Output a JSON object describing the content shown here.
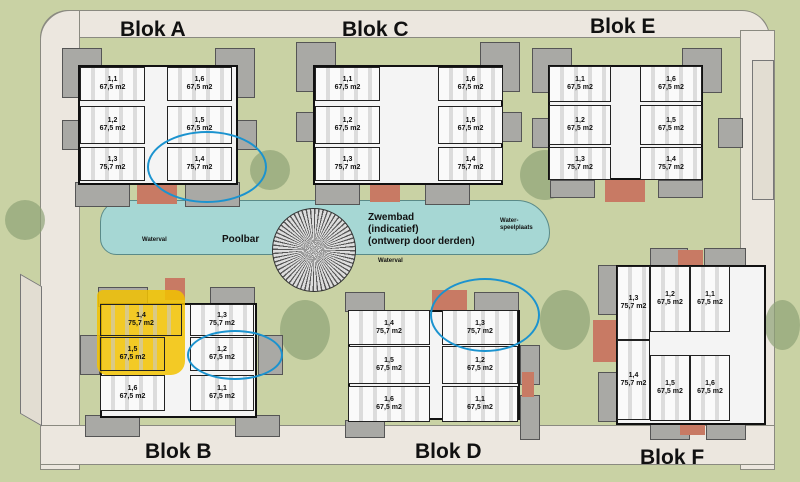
{
  "blocks": [
    {
      "name": "Blok A",
      "units": [
        {
          "id": "1,1",
          "area": "67,5 m2"
        },
        {
          "id": "1,6",
          "area": "67,5 m2"
        },
        {
          "id": "1,2",
          "area": "67,5 m2"
        },
        {
          "id": "1,5",
          "area": "67,5 m2"
        },
        {
          "id": "1,3",
          "area": "75,7 m2"
        },
        {
          "id": "1,4",
          "area": "75,7 m2"
        }
      ]
    },
    {
      "name": "Blok C",
      "units": [
        {
          "id": "1,1",
          "area": "67,5 m2"
        },
        {
          "id": "1,6",
          "area": "67,5 m2"
        },
        {
          "id": "1,2",
          "area": "67,5 m2"
        },
        {
          "id": "1,5",
          "area": "67,5 m2"
        },
        {
          "id": "1,3",
          "area": "75,7 m2"
        },
        {
          "id": "1,4",
          "area": "75,7 m2"
        }
      ]
    },
    {
      "name": "Blok E",
      "units": [
        {
          "id": "1,1",
          "area": "67,5 m2"
        },
        {
          "id": "1,6",
          "area": "67,5 m2"
        },
        {
          "id": "1,2",
          "area": "67,5 m2"
        },
        {
          "id": "1,5",
          "area": "67,5 m2"
        },
        {
          "id": "1,3",
          "area": "75,7 m2"
        },
        {
          "id": "1,4",
          "area": "75,7 m2"
        }
      ]
    },
    {
      "name": "Blok B",
      "units": [
        {
          "id": "1,4",
          "area": "75,7 m2"
        },
        {
          "id": "1,3",
          "area": "75,7 m2"
        },
        {
          "id": "1,5",
          "area": "67,5 m2"
        },
        {
          "id": "1,2",
          "area": "67,5 m2"
        },
        {
          "id": "1,6",
          "area": "67,5 m2"
        },
        {
          "id": "1,1",
          "area": "67,5 m2"
        }
      ]
    },
    {
      "name": "Blok D",
      "units": [
        {
          "id": "1,4",
          "area": "75,7 m2"
        },
        {
          "id": "1,3",
          "area": "75,7 m2"
        },
        {
          "id": "1,5",
          "area": "67,5 m2"
        },
        {
          "id": "1,2",
          "area": "67,5 m2"
        },
        {
          "id": "1,6",
          "area": "67,5 m2"
        },
        {
          "id": "1,1",
          "area": "67,5 m2"
        }
      ]
    },
    {
      "name": "Blok F",
      "units": [
        {
          "id": "1,3",
          "area": "75,7 m2"
        },
        {
          "id": "1,4",
          "area": "75,7 m2"
        },
        {
          "id": "1,2",
          "area": "67,5 m2"
        },
        {
          "id": "1,1",
          "area": "67,5 m2"
        },
        {
          "id": "1,5",
          "area": "67,5 m2"
        },
        {
          "id": "1,6",
          "area": "67,5 m2"
        }
      ]
    }
  ],
  "pool": {
    "waterval_left": "Waterval",
    "poolbar": "Poolbar",
    "zwembad": "Zwembad",
    "indicatief": "(indicatief)",
    "ontwerp": "(ontwerp door derden)",
    "water": "Water-",
    "speelplaats": "speelplaats",
    "waterval_right": "Waterval"
  },
  "highlight_color": "#f2c200",
  "marker_color": "#1b93cf"
}
